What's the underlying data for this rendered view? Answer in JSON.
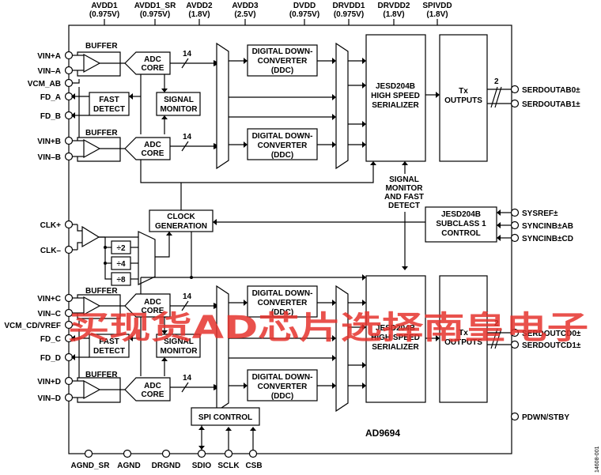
{
  "supply_pins": [
    {
      "name": "AVDD1",
      "value": "(0.975V)"
    },
    {
      "name": "AVDD1_SR",
      "value": "(0.975V)"
    },
    {
      "name": "AVDD2",
      "value": "(1.8V)"
    },
    {
      "name": "AVDD3",
      "value": "(2.5V)"
    },
    {
      "name": "DVDD",
      "value": "(0.975V)"
    },
    {
      "name": "DRVDD1",
      "value": "(0.975V)"
    },
    {
      "name": "DRVDD2",
      "value": "(1.8V)"
    },
    {
      "name": "SPIVDD",
      "value": "(1.8V)"
    }
  ],
  "left_pins": [
    "VIN+A",
    "VIN–A",
    "VCM_AB",
    "FD_A",
    "FD_B",
    "VIN+B",
    "VIN–B",
    "CLK+",
    "CLK–",
    "VIN+C",
    "VIN–C",
    "VCM_CD/VREF",
    "FD_C",
    "FD_D",
    "VIN+D",
    "VIN–D"
  ],
  "right_pins": [
    "SERDOUTAB0±",
    "SERDOUTAB1±",
    "SYSREF±",
    "SYNCINB±AB",
    "SYNCINB±CD",
    "SERDOUTCD0±",
    "SERDOUTCD1±",
    "PDWN/STBY"
  ],
  "bottom_pins": [
    "AGND_SR",
    "AGND",
    "DRGND",
    "SDIO",
    "SCLK",
    "CSB"
  ],
  "blocks": {
    "buffer": "BUFFER",
    "adc_core": [
      "ADC",
      "CORE"
    ],
    "fast_detect": [
      "FAST",
      "DETECT"
    ],
    "signal_monitor": [
      "SIGNAL",
      "MONITOR"
    ],
    "ddc": [
      "DIGITAL DOWN-",
      "CONVERTER",
      "(DDC)"
    ],
    "jesd_serializer": [
      "JESD204B",
      "HIGH SPEED",
      "SERIALIZER"
    ],
    "tx_outputs": [
      "Tx",
      "OUTPUTS"
    ],
    "clock_generation": [
      "CLOCK",
      "GENERATION"
    ],
    "jesd_subclass": [
      "JESD204B",
      "SUBCLASS 1",
      "CONTROL"
    ],
    "signal_monitor_fast_detect": [
      "SIGNAL",
      "MONITOR",
      "AND FAST",
      "DETECT"
    ],
    "spi_control": "SPI CONTROL",
    "dividers": [
      "÷2",
      "÷4",
      "÷8"
    ]
  },
  "bus_width_14": "14",
  "bus_width_2": "2",
  "part_number": "AD9694",
  "figure_id": "14608-001",
  "watermark": "买现货AD芯片选择南皇电子"
}
